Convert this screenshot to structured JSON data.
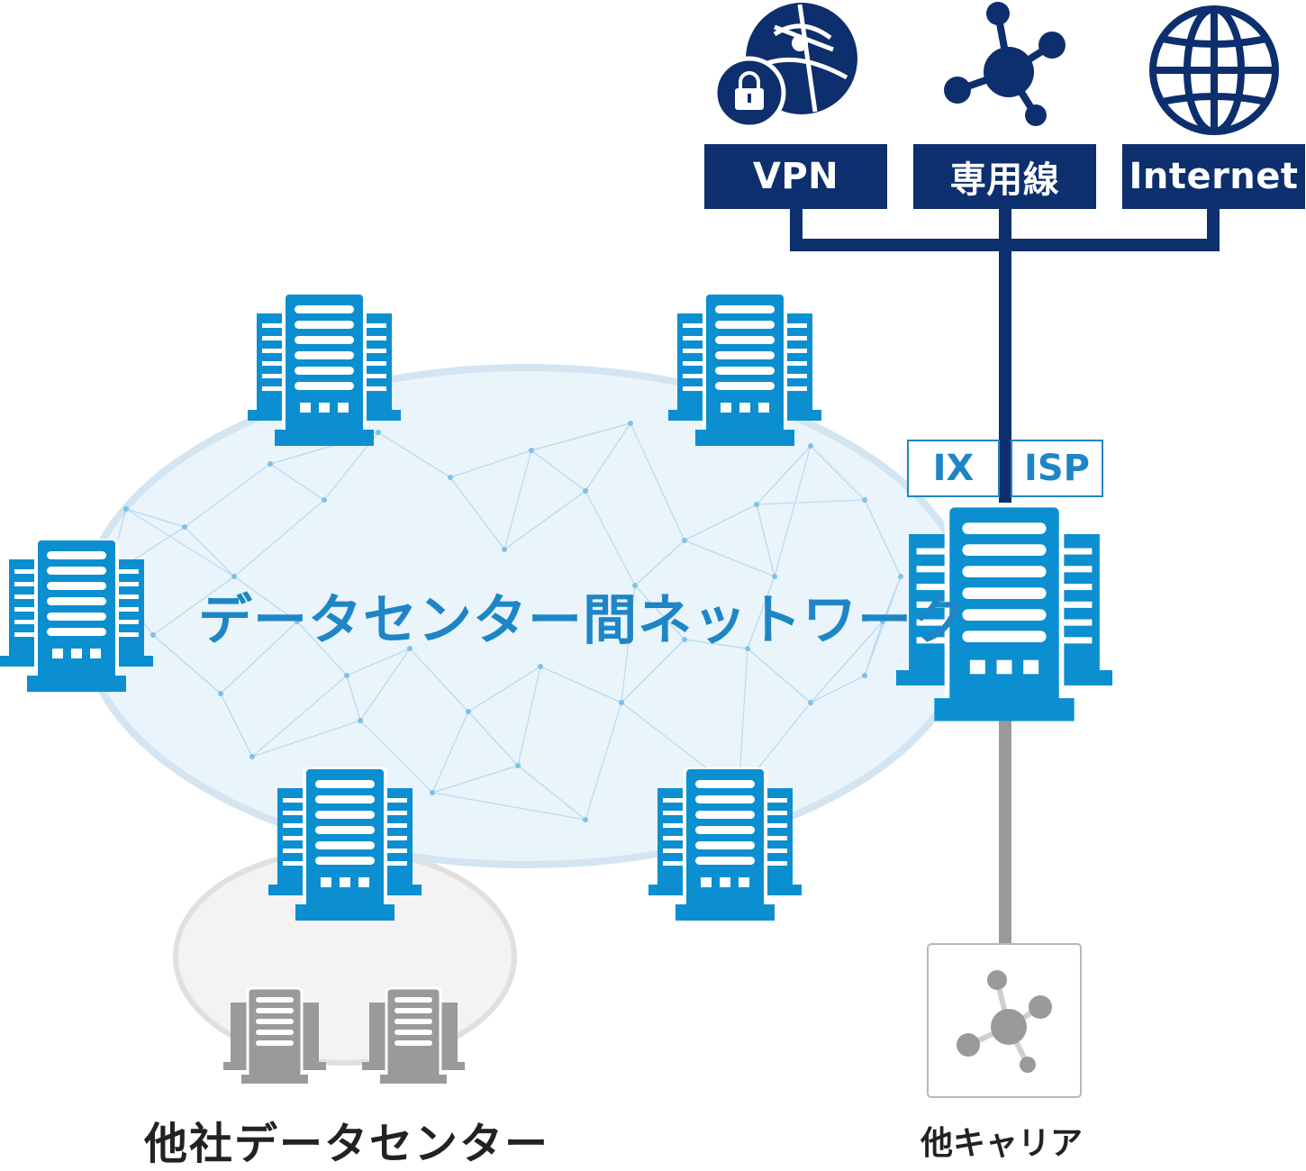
{
  "network": {
    "title": "データセンター間ネットワーク",
    "colors": {
      "ellipse_fill": "#eaf4fb",
      "ellipse_stroke": "#d4e5f1",
      "mesh": "#a7d2ec",
      "building": "#0b8fd0",
      "navy": "#0d2f6e",
      "gray": "#9a9a9a"
    }
  },
  "services": [
    {
      "label": "VPN",
      "icon": "secure-globe-icon"
    },
    {
      "label": "専用線",
      "icon": "network-hub-icon"
    },
    {
      "label": "Internet",
      "icon": "globe-icon"
    }
  ],
  "exchange_tags": {
    "ix": "IX",
    "isp": "ISP"
  },
  "other_datacenters": {
    "label": "他社データセンター",
    "icon": "datacenter-building-gray-icon"
  },
  "other_carriers": {
    "label": "他キャリア",
    "icon": "carrier-hub-icon"
  }
}
